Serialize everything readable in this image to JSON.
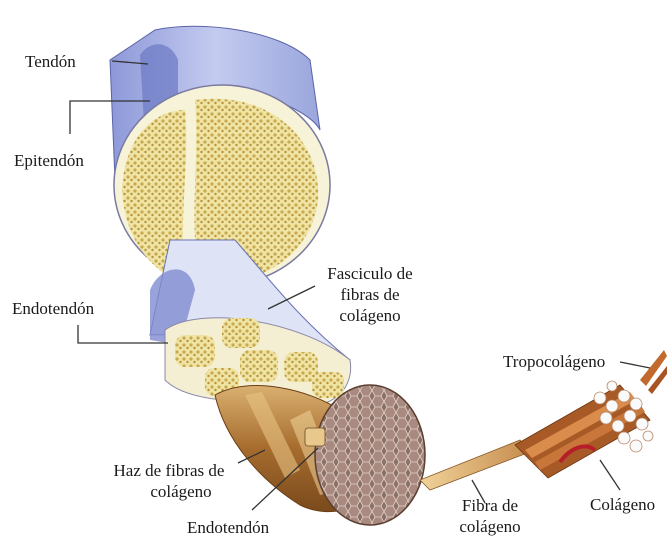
{
  "labels": {
    "tendon": "Tendón",
    "epitendon": "Epitendón",
    "endotendon_top": "Endotendón",
    "fascicle_line1": "Fasciculo de",
    "fascicle_line2": "fibras de",
    "fascicle_line3": "colágeno",
    "tropocollagen": "Tropocolágeno",
    "bundle_line1": "Haz de fibras de",
    "bundle_line2": "colágeno",
    "endotendon_bottom": "Endotendón",
    "fiber_line1": "Fibra de",
    "fiber_line2": "colágeno",
    "collagen": "Colágeno"
  },
  "colors": {
    "sheath_blue": "#aab4e6",
    "sheath_dark": "#6e7cc8",
    "fascicle_fill": "#e8dc8c",
    "fascicle_dot": "#b89a3a",
    "fiber_brown": "#b47a3c",
    "fiber_light": "#e6c58c",
    "cut_face": "#8a6a62",
    "fibril_orange": "#c0642c"
  }
}
